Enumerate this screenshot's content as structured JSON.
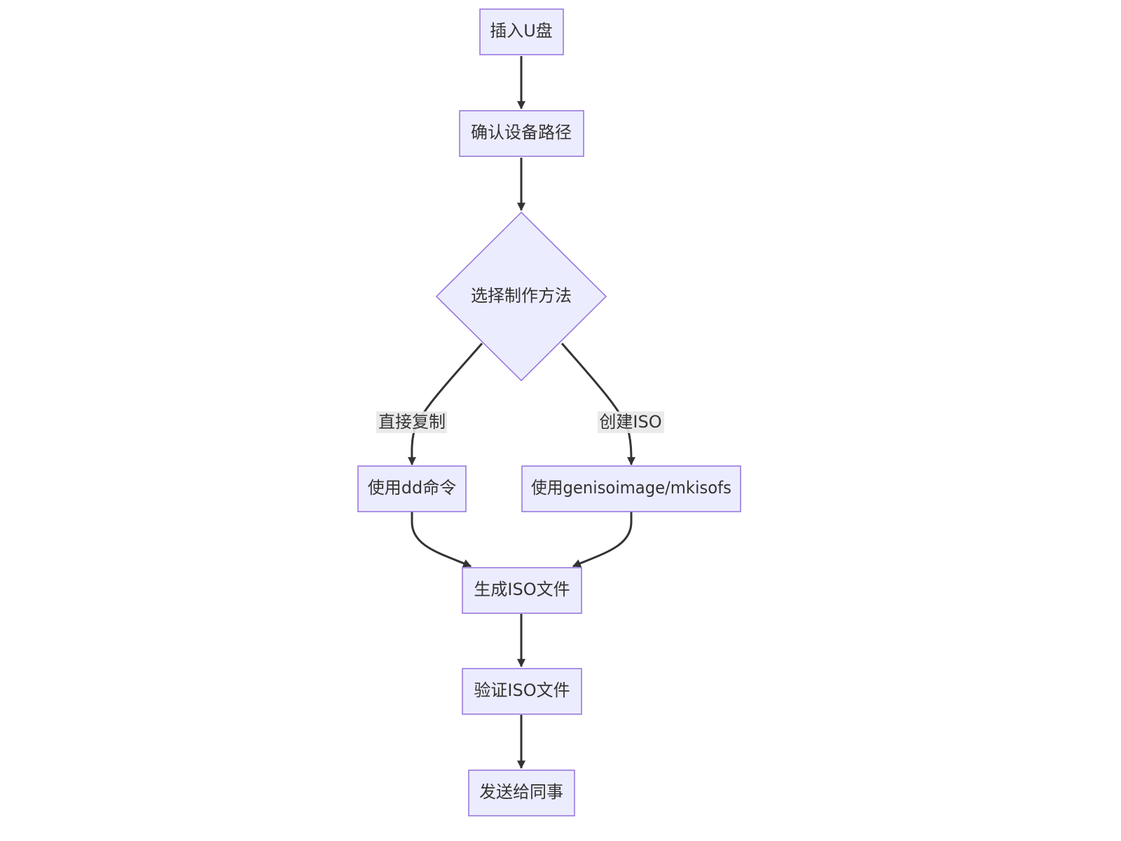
{
  "colors": {
    "node_fill": "#ececff",
    "node_stroke": "#9370db",
    "edge": "#333333",
    "label_bg": "#e8e8e8",
    "text": "#333333"
  },
  "nodes": {
    "insert_usb": "插入U盘",
    "confirm_device_path": "确认设备路径",
    "choose_method": "选择制作方法",
    "use_dd": "使用dd命令",
    "use_genisoimage": "使用genisoimage/mkisofs",
    "generate_iso": "生成ISO文件",
    "verify_iso": "验证ISO文件",
    "send_to_colleague": "发送给同事"
  },
  "edge_labels": {
    "direct_copy": "直接复制",
    "create_iso": "创建ISO"
  }
}
